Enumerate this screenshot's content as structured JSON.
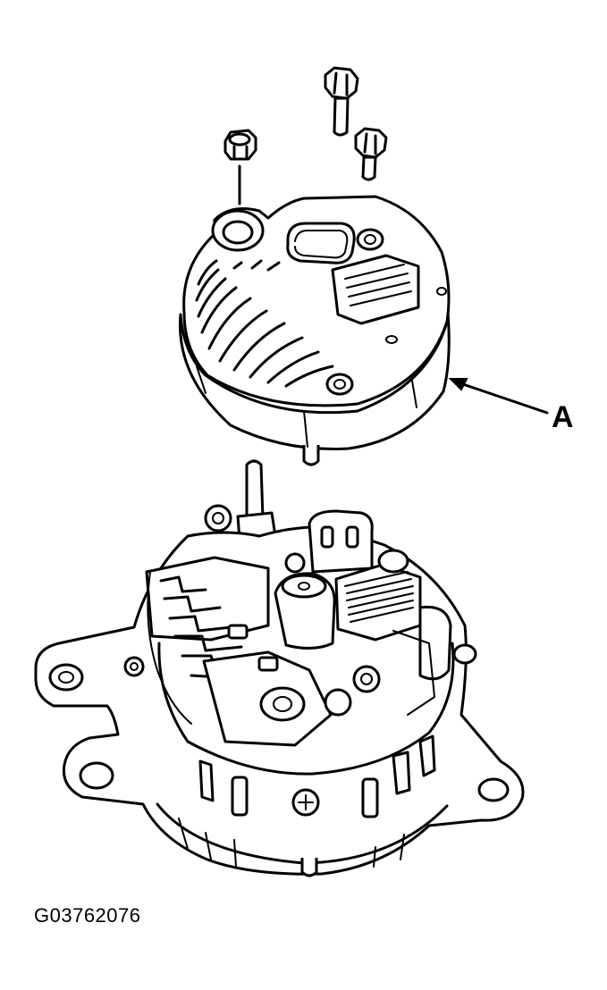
{
  "diagram": {
    "callout_label": "A",
    "figure_code": "G03762076",
    "components": {
      "upper_part": "rear-cover",
      "fasteners": [
        "cover-nut",
        "cover-bolt-long",
        "cover-bolt-short"
      ],
      "lower_part": "alternator-body"
    },
    "colors": {
      "ink": "#000000",
      "paper": "#ffffff"
    }
  }
}
